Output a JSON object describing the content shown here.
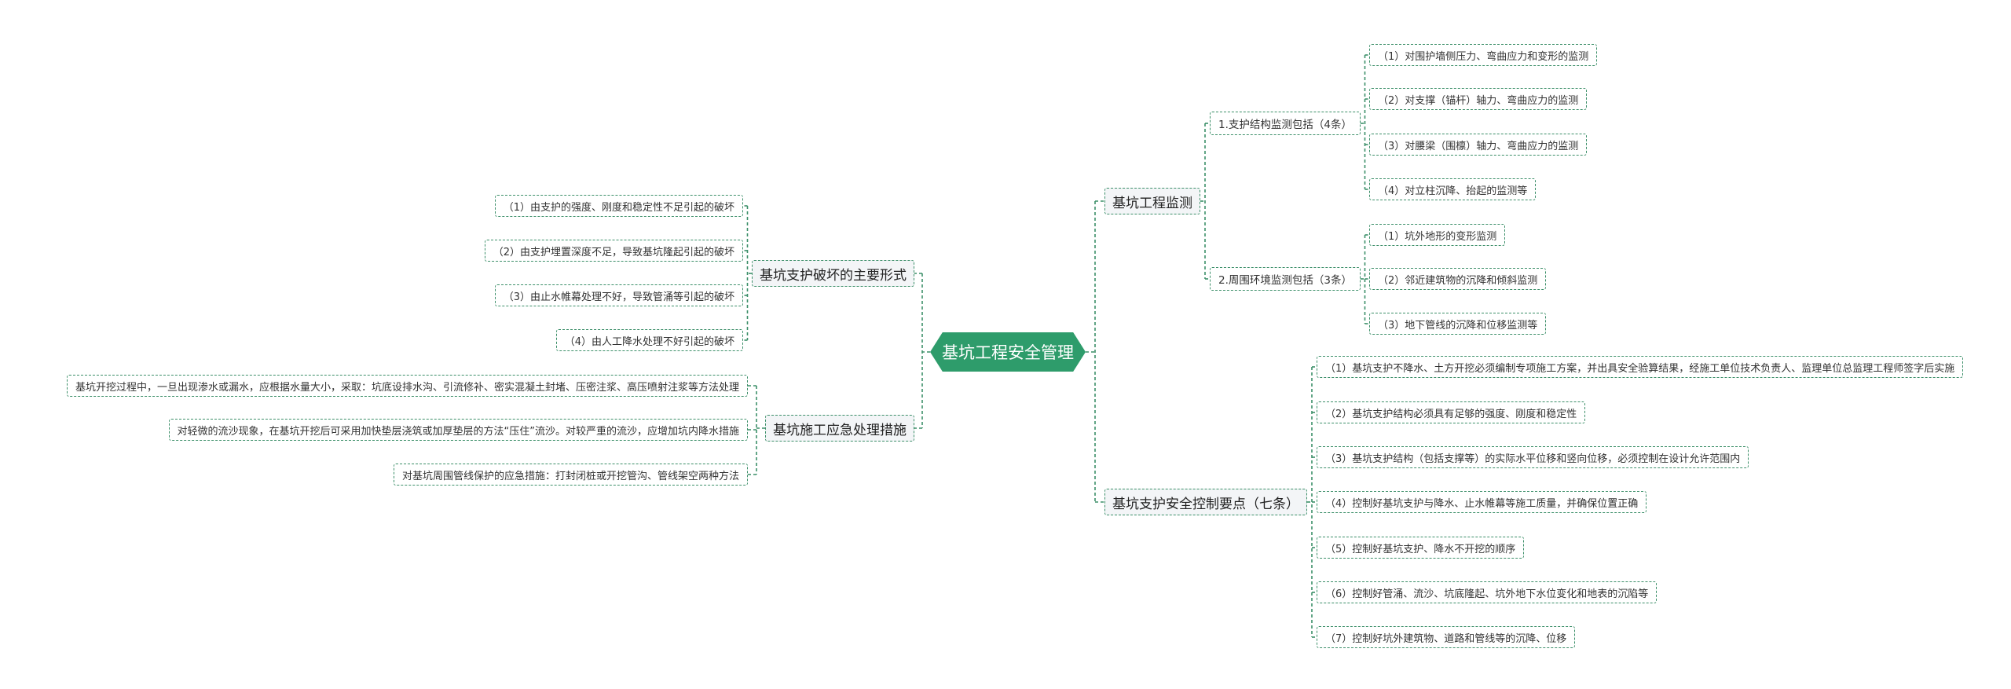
{
  "root": "基坑工程安全管理",
  "colors": {
    "accent": "#2e9c6b",
    "line": "#3c8f69"
  },
  "right": [
    {
      "label": "基坑工程监测",
      "children": [
        {
          "label": "1.支护结构监测包括（4条）",
          "children": [
            "（1）对围护墙侧压力、弯曲应力和变形的监测",
            "（2）对支撑（锚杆）轴力、弯曲应力的监测",
            "（3）对腰梁（围檩）轴力、弯曲应力的监测",
            "（4）对立柱沉降、抬起的监测等"
          ]
        },
        {
          "label": "2.周围环境监测包括（3条）",
          "children": [
            "（1）坑外地形的变形监测",
            "（2）邻近建筑物的沉降和倾斜监测",
            "（3）地下管线的沉降和位移监测等"
          ]
        }
      ]
    },
    {
      "label": "基坑支护安全控制要点（七条）",
      "children": [
        "（1）基坑支护不降水、土方开挖必须编制专项施工方案，并出具安全验算结果，经施工单位技术负责人、监理单位总监理工程师签字后实施",
        "（2）基坑支护结构必须具有足够的强度、刚度和稳定性",
        "（3）基坑支护结构（包括支撑等）的实际水平位移和竖向位移，必须控制在设计允许范围内",
        "（4）控制好基坑支护与降水、止水帷幕等施工质量，并确保位置正确",
        "（5）控制好基坑支护、降水不开挖的顺序",
        "（6）控制好管涌、流沙、坑底隆起、坑外地下水位变化和地表的沉陷等",
        "（7）控制好坑外建筑物、道路和管线等的沉降、位移"
      ]
    }
  ],
  "left": [
    {
      "label": "基坑支护破坏的主要形式",
      "children": [
        "（1）由支护的强度、刚度和稳定性不足引起的破坏",
        "（2）由支护埋置深度不足，导致基坑隆起引起的破坏",
        "（3）由止水帷幕处理不好，导致管涌等引起的破坏",
        "（4）由人工降水处理不好引起的破坏"
      ]
    },
    {
      "label": "基坑施工应急处理措施",
      "children": [
        "基坑开挖过程中，一旦出现渗水或漏水，应根据水量大小，采取：坑底设排水沟、引流修补、密实混凝土封堵、压密注浆、高压喷射注浆等方法处理",
        "对轻微的流沙现象，在基坑开挖后可采用加快垫层浇筑或加厚垫层的方法“压住”流沙。对较严重的流沙，应增加坑内降水措施",
        "对基坑周围管线保护的应急措施：打封闭桩或开挖管沟、管线架空两种方法"
      ]
    }
  ]
}
